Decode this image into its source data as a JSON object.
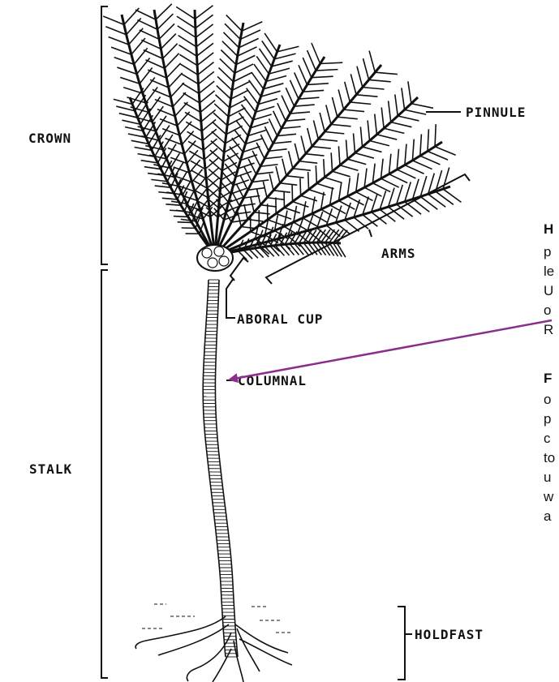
{
  "labels": {
    "crown": "CROWN",
    "stalk": "STALK",
    "pinnule": "PINNULE",
    "arms": "ARMS",
    "aboral_cup": "ABORAL CUP",
    "columnal": "COLUMNAL",
    "holdfast": "HOLDFAST"
  },
  "side_text": {
    "para1_lines": [
      "H",
      "p",
      "le",
      "U",
      "o",
      "R"
    ],
    "para2_lines": [
      "F",
      "o",
      "p",
      "c",
      "to",
      "u",
      "w",
      "a"
    ]
  },
  "colors": {
    "ink": "#111111",
    "arrow": "#8b2e8b"
  }
}
